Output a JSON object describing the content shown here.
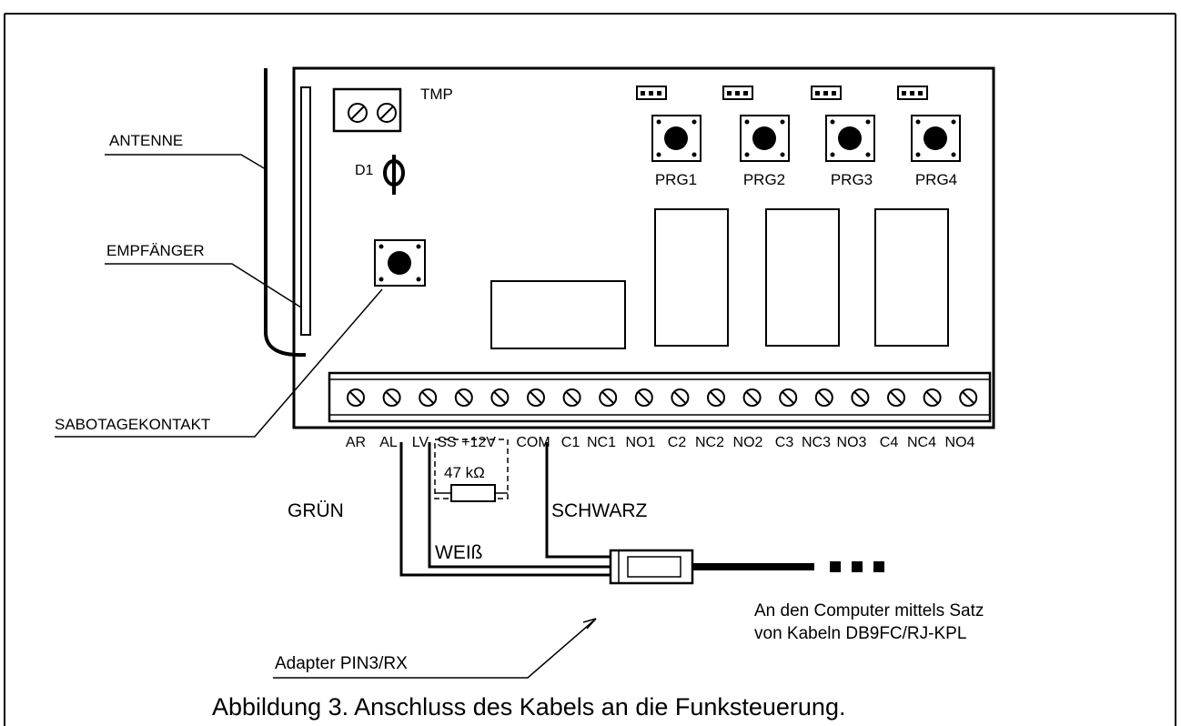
{
  "labels": {
    "antenna": "ANTENNE",
    "receiver": "EMPFÄNGER",
    "tamper_switch": "SABOTAGEKONTAKT",
    "tmp": "TMP",
    "d1": "D1",
    "prg_buttons": [
      "PRG1",
      "PRG2",
      "PRG3",
      "PRG4"
    ]
  },
  "terminals": [
    "AR",
    "AL",
    "LV",
    "SS",
    "+12V",
    "COM",
    "C1",
    "NC1",
    "NO1",
    "C2",
    "NC2",
    "NO2",
    "C3",
    "NC3",
    "NO3",
    "C4",
    "NC4",
    "NO4"
  ],
  "resistor": "47 kΩ",
  "wires": {
    "green": "GRÜN",
    "white": "WEIß",
    "black": "SCHWARZ"
  },
  "adapter": "Adapter PIN3/RX",
  "computer_note": [
    "An den Computer mittels Satz",
    "von Kabeln DB9FC/RJ-KPL"
  ],
  "caption": "Abbildung 3. Anschluss des Kabels an die Funksteuerung."
}
